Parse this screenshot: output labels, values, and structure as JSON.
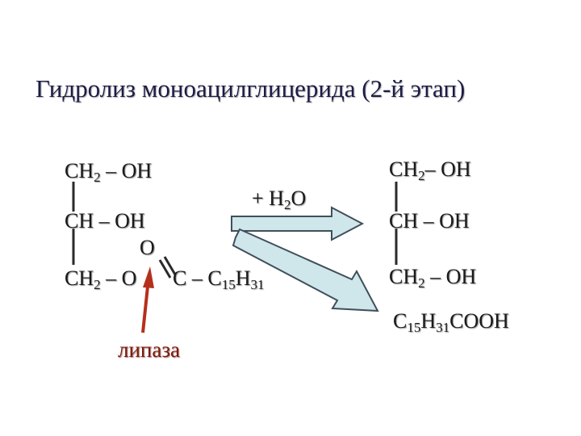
{
  "title": "Гидролиз моноацилглицерида  (2-й этап)",
  "reactant": {
    "line1": {
      "a": "CH",
      "b": "2",
      "c": " – OH"
    },
    "line2": "CH  – OH",
    "oxygen": "O",
    "line3": {
      "a": "CH",
      "b": "2",
      "c": " – O"
    },
    "acyl": {
      "a": "C – C",
      "b": "15",
      "c": "H",
      "d": "31"
    }
  },
  "reagent": {
    "a": "+ H",
    "b": "2",
    "c": "O"
  },
  "product_glycerol": {
    "line1": {
      "a": "CH",
      "b": "2",
      "c": "– OH"
    },
    "line2": "CH  – OH",
    "line3": {
      "a": "CH",
      "b": "2",
      "c": " – OH"
    }
  },
  "product_acid": {
    "a": "C",
    "b": "15",
    "c": "H",
    "d": "31",
    "e": "COOH"
  },
  "enzyme_label": "липаза",
  "colors": {
    "title": "#1c1c46",
    "arrow_fill": "#cfe6ea",
    "arrow_stroke": "#3f4f5a",
    "enzyme_arrow": "#b4301c",
    "enzyme_text": "#7a1b0c"
  }
}
